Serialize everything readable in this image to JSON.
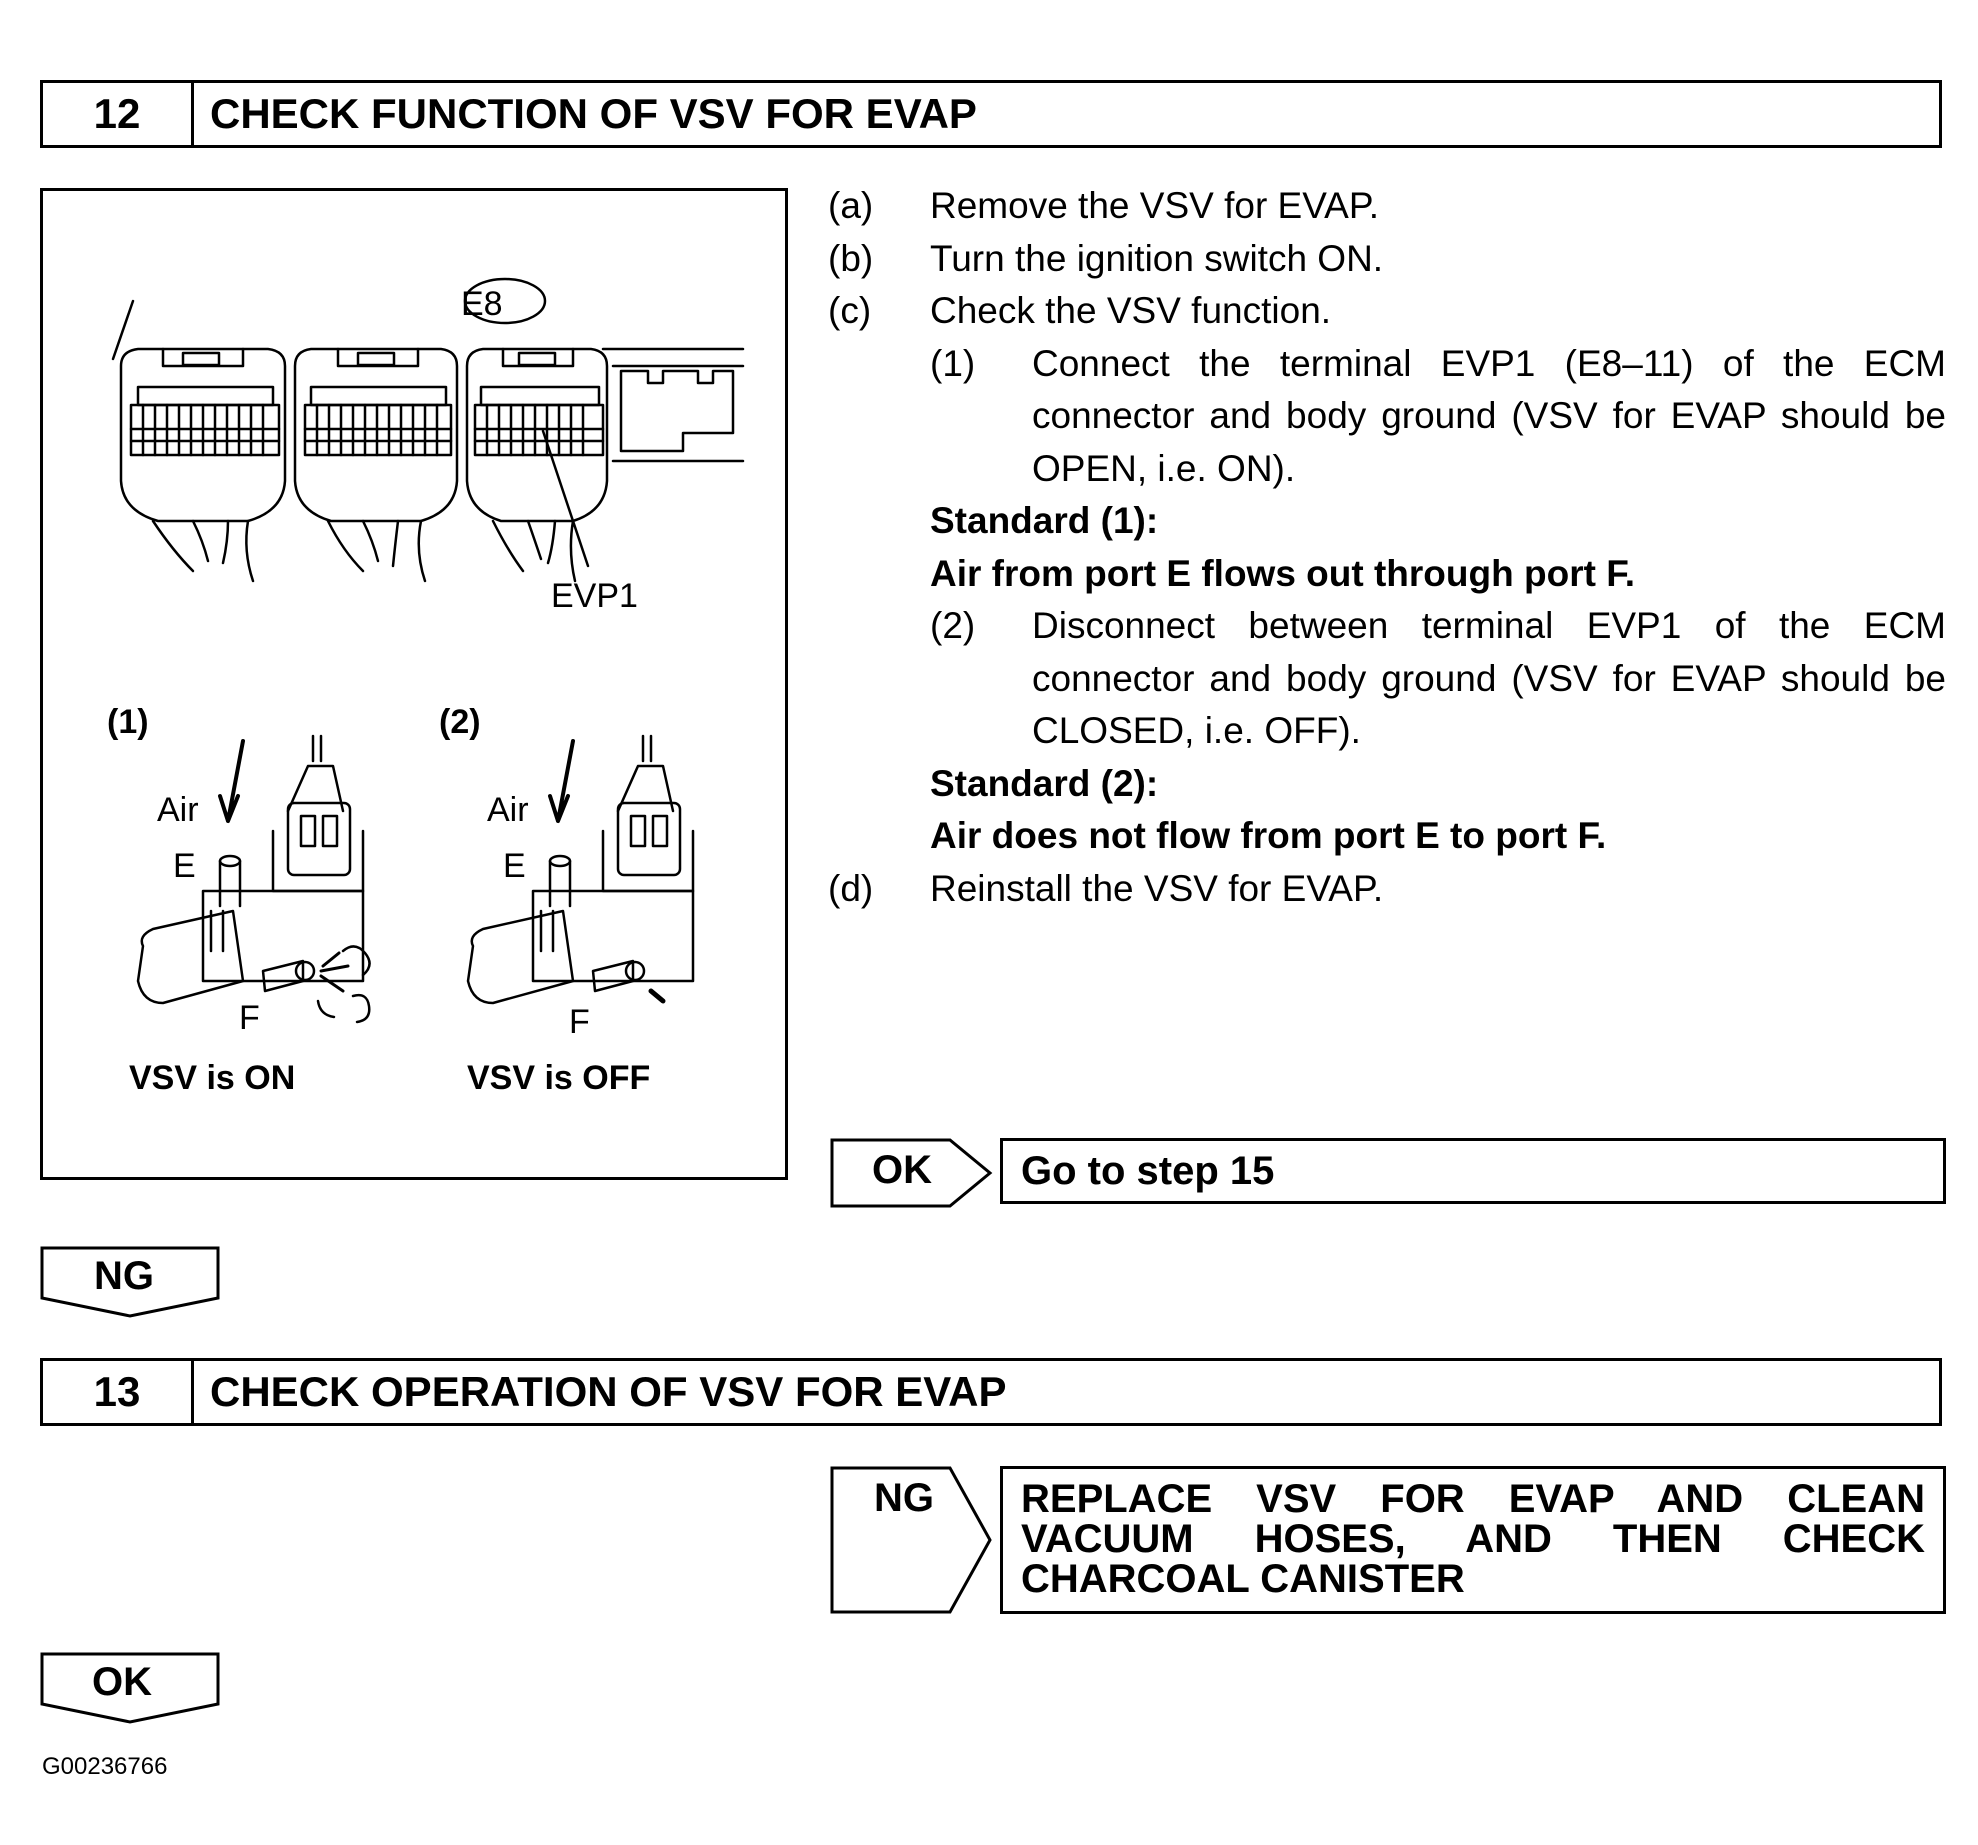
{
  "step12": {
    "number": "12",
    "title": "CHECK FUNCTION OF VSV FOR EVAP"
  },
  "figure": {
    "connector_label": "E8",
    "terminal_label": "EVP1",
    "panel1_number": "(1)",
    "panel2_number": "(2)",
    "air_label": "Air",
    "port_e_label": "E",
    "port_f_label": "F",
    "panel1_caption": "VSV is ON",
    "panel2_caption": "VSV is OFF"
  },
  "instructions": {
    "a": {
      "marker": "(a)",
      "text": "Remove the VSV for EVAP."
    },
    "b": {
      "marker": "(b)",
      "text": "Turn the ignition switch ON."
    },
    "c": {
      "marker": "(c)",
      "text": "Check the VSV function."
    },
    "c1": {
      "marker": "(1)",
      "text": "Connect the terminal EVP1 (E8–11) of the ECM connector and body ground (VSV for EVAP should be OPEN, i.e. ON)."
    },
    "std1_label": "Standard (1):",
    "std1_text": "Air from port E flows out through port F.",
    "c2": {
      "marker": "(2)",
      "text": "Disconnect between terminal EVP1 of the ECM connector and body ground (VSV for EVAP should be CLOSED, i.e. OFF)."
    },
    "std2_label": "Standard (2):",
    "std2_text": "Air does not flow from port E to port F.",
    "d": {
      "marker": "(d)",
      "text": "Reinstall the VSV for EVAP."
    }
  },
  "result_ok": {
    "label": "OK",
    "text": "Go to step 15"
  },
  "flow_ng_12": "NG",
  "step13": {
    "number": "13",
    "title": "CHECK OPERATION OF VSV FOR EVAP"
  },
  "result_ng": {
    "label": "NG",
    "line1": "REPLACE VSV FOR EVAP AND CLEAN",
    "line2": "VACUUM HOSES, AND THEN CHECK",
    "line3": "CHARCOAL CANISTER"
  },
  "flow_ok_13": "OK",
  "figure_code": "G00236766"
}
